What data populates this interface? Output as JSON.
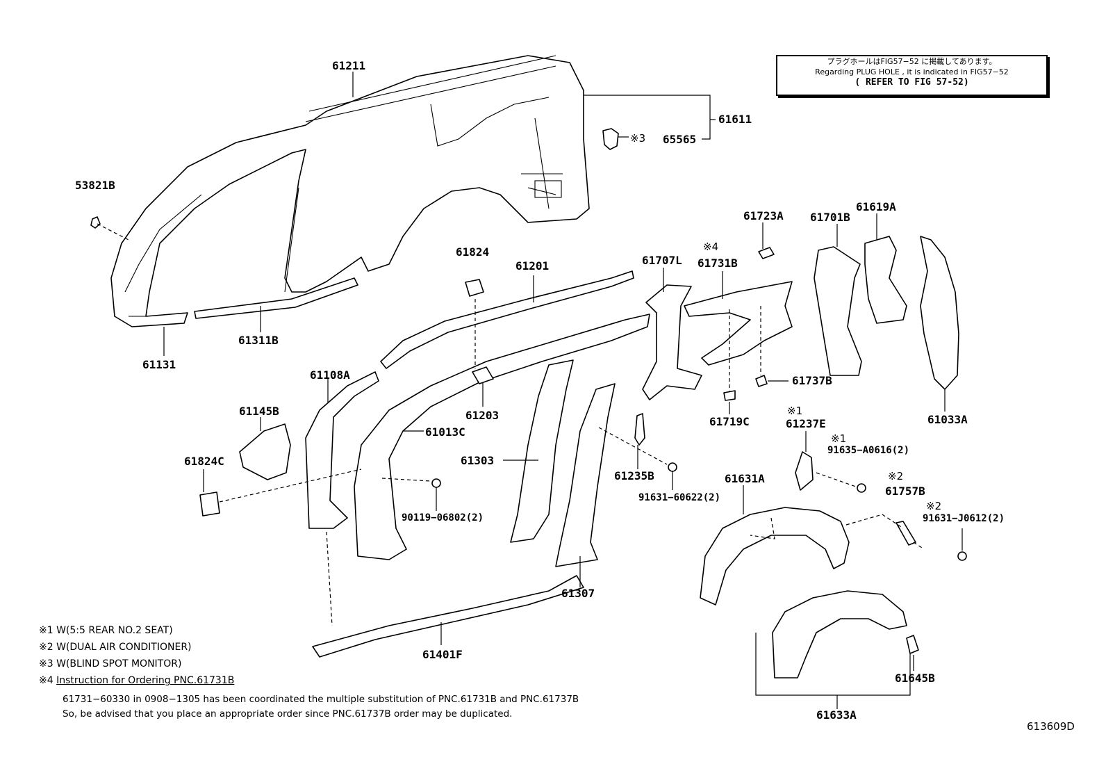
{
  "note_box": {
    "line_jp": "プラグホールはFIG57−52 に掲載してあります。",
    "line_en": "Regarding PLUG HOLE , it is indicated in FIG57−52",
    "line_refer": "( REFER TO FIG 57-52)"
  },
  "labels": {
    "p61211": "61211",
    "p61611": "61611",
    "p65565": "65565",
    "p53821B": "53821B",
    "p61131": "61131",
    "p61311B": "61311B",
    "p61824": "61824",
    "p61201": "61201",
    "p61723A": "61723A",
    "p61701B": "61701B",
    "p61619A": "61619A",
    "p61707L": "61707L",
    "p61731B": "61731B",
    "p61108A": "61108A",
    "p61203": "61203",
    "p61013C": "61013C",
    "p61145B": "61145B",
    "p61824C": "61824C",
    "p61303": "61303",
    "p61737B": "61737B",
    "p61719C": "61719C",
    "p61033A": "61033A",
    "p61237E": "61237E",
    "p91635": "91635−A0616(2)",
    "p61235B": "61235B",
    "p91631_60622": "91631−60622(2)",
    "p61631A": "61631A",
    "p61757B": "61757B",
    "p91631_J0612": "91631−J0612(2)",
    "p90119": "90119−06802(2)",
    "p61307": "61307",
    "p61401F": "61401F",
    "p61633A": "61633A",
    "p61645B": "61645B"
  },
  "marks": {
    "m3_65565": "※3",
    "m4_61731B": "※4",
    "m1_61237E": "※1",
    "m1_91635": "※1",
    "m2_61757B": "※2",
    "m2_91631": "※2"
  },
  "footnotes": {
    "n1": "※1 W(5:5 REAR NO.2 SEAT)",
    "n2": "※2 W(DUAL AIR CONDITIONER)",
    "n3": "※3  W(BLIND SPOT MONITOR)",
    "n4_mark": "※4 ",
    "n4_text": "Instruction for Ordering PNC.61731B"
  },
  "ordering_note": {
    "line1": "61731−60330 in 0908−1305 has been coordinated the multiple substitution of PNC.61731B and PNC.61737B",
    "line2": "So, be advised that you place an appropriate order since PNC.61737B order may be duplicated."
  },
  "figure_code": "613609D"
}
